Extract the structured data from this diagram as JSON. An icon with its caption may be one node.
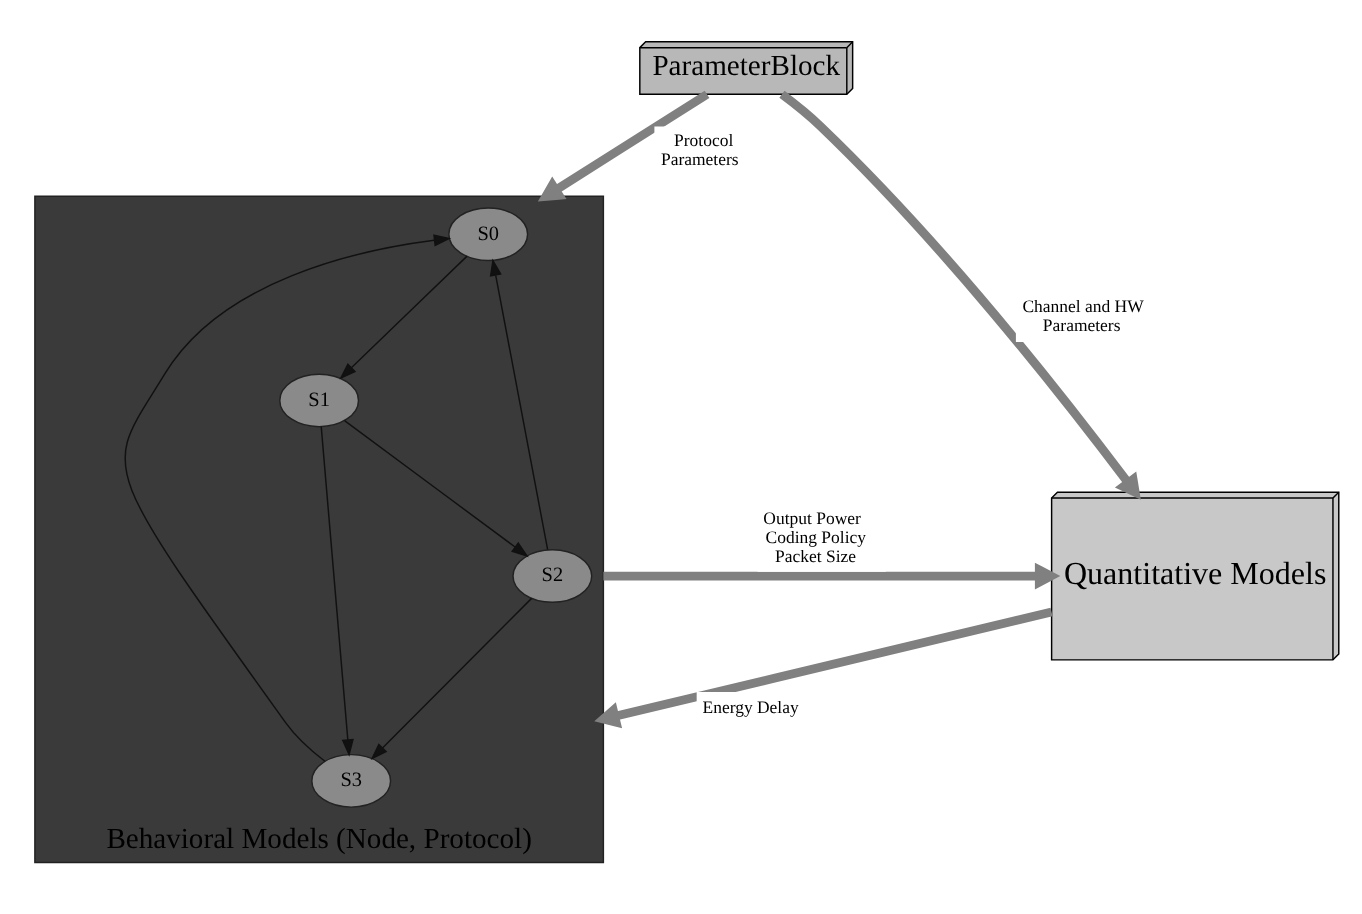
{
  "diagram": {
    "nodes": [
      {
        "text": [
          "ParameterBlock"
        ]
      },
      {
        "text": [
          "Behavioral Models (Node, Protocol)"
        ]
      },
      {
        "text": [
          "S0"
        ],
        "in": 1
      },
      {
        "text": [
          "S3"
        ],
        "in": 1
      },
      {
        "text": [
          "S1"
        ],
        "in": 1
      },
      {
        "text": [
          "S2"
        ],
        "in": 1
      },
      {
        "text": [
          "Quantitative Models"
        ]
      }
    ],
    "edges": [
      {
        "from": 0,
        "to": 1,
        "arrow": "to",
        "label": "Protocol Parameters",
        "style": "thick",
        "color": "#808080"
      },
      {
        "from": 0,
        "to": 6,
        "arrow": "to",
        "label": "Channel and HW Parameters",
        "style": "thick",
        "color": "#808080"
      },
      {
        "from": 1,
        "to": 6,
        "arrow": "to",
        "label": "Output Power Coding Policy Packet Size",
        "style": "thick",
        "color": "#808080"
      },
      {
        "from": 6,
        "to": 1,
        "arrow": "to",
        "label": "Energy Delay",
        "style": "thick",
        "color": "#808080"
      },
      {
        "from": 3,
        "to": 2,
        "arrow": "to"
      },
      {
        "from": 2,
        "to": 4,
        "arrow": "to"
      },
      {
        "from": 4,
        "to": 3,
        "arrow": "to"
      },
      {
        "from": 5,
        "to": 2,
        "arrow": "to"
      },
      {
        "from": 4,
        "to": 5,
        "arrow": "to"
      },
      {
        "from": 5,
        "to": 3,
        "arrow": "to"
      }
    ]
  }
}
